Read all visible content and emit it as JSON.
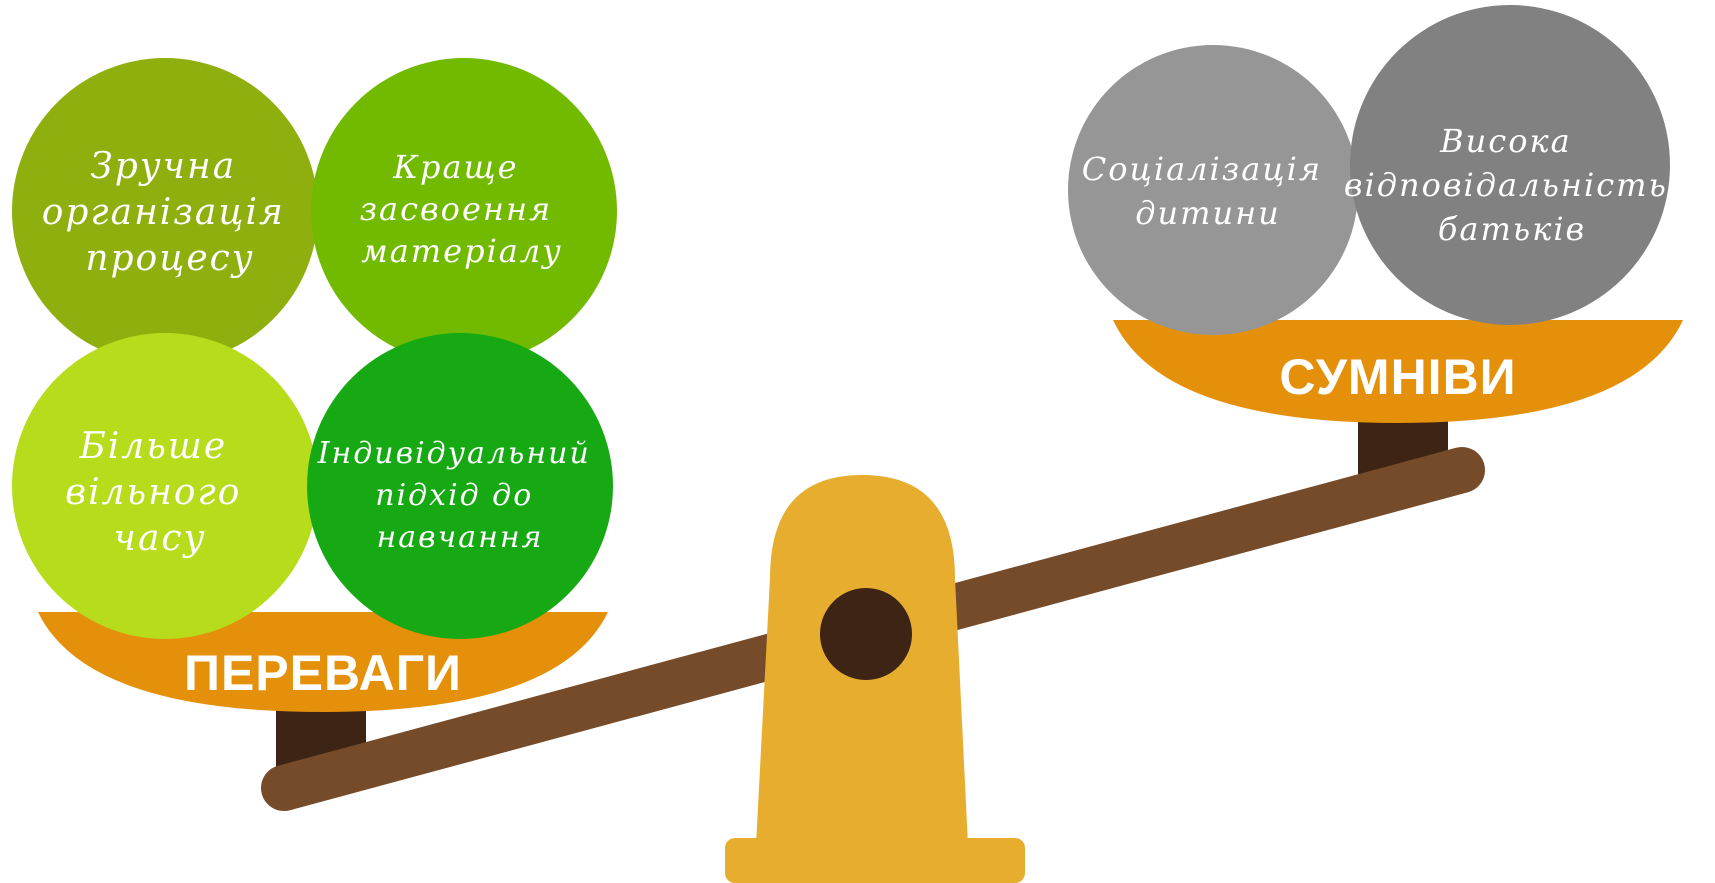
{
  "colors": {
    "circle_1": "#8faf0f",
    "circle_2": "#72ba00",
    "circle_3": "#b7dc1c",
    "circle_4": "#17a914",
    "circle_5": "#969696",
    "circle_6": "#818181",
    "pan": "#e4900a",
    "post": "#3d2414",
    "beam": "#754b29",
    "fulcrum": "#e7ad2f",
    "pivot": "#3d2414"
  },
  "advantages": {
    "label": "ПЕРЕВАГИ",
    "items": [
      {
        "lines": [
          "Зручна",
          "організація",
          "процесу"
        ]
      },
      {
        "lines": [
          "Краще",
          "засвоення",
          "матеріалу"
        ]
      },
      {
        "lines": [
          "Більше",
          "вільного",
          "часу"
        ]
      },
      {
        "lines": [
          "Індивідуальний",
          "підхід до",
          "навчання"
        ]
      }
    ]
  },
  "doubts": {
    "label": "СУМНІВИ",
    "items": [
      {
        "lines": [
          "Соціалізація",
          "дитини"
        ]
      },
      {
        "lines": [
          "Висока",
          "відповідальність",
          "батьків"
        ]
      }
    ]
  }
}
